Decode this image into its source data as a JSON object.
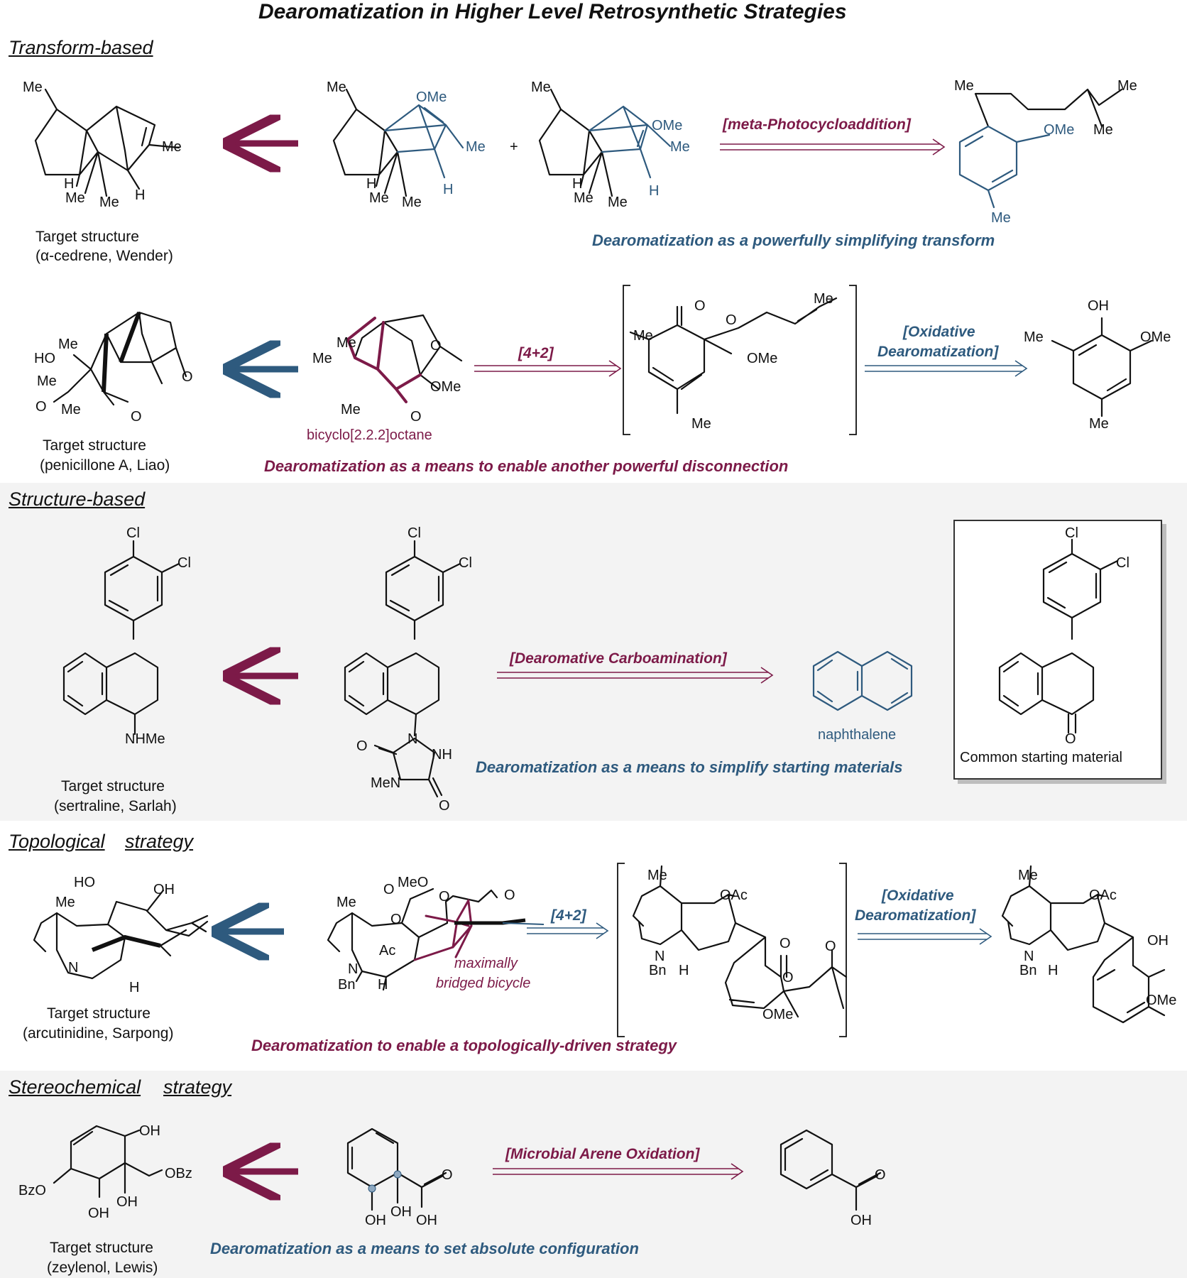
{
  "title": "Dearomatization in Higher Level Retrosynthetic Strategies",
  "sections": {
    "transform": "Transform-based",
    "structure": "Structure-based",
    "topological_a": "Topological",
    "topological_b": "strategy",
    "stereo_a": "Stereochemical",
    "stereo_b": "strategy"
  },
  "row1": {
    "caption_line1": "Target structure",
    "caption_line2": "(α-cedrene, Wender)",
    "plus": "+",
    "reaction": "[meta-Photocycloaddition]",
    "note": "Dearomatization as a powerfully simplifying transform"
  },
  "row2": {
    "caption_line1": "Target structure",
    "caption_line2": "(penicillone A, Liao)",
    "bicyclo": "bicyclo[2.2.2]octane",
    "reaction1": "[4+2]",
    "reaction2_line1": "[Oxidative",
    "reaction2_line2": "Dearomatization]",
    "note": "Dearomatization as a means to enable another powerful disconnection"
  },
  "row3": {
    "caption_line1": "Target structure",
    "caption_line2": "(sertraline, Sarlah)",
    "reaction": "[Dearomative Carboamination]",
    "naphthalene": "naphthalene",
    "note": "Dearomatization as a means to simplify starting materials",
    "common": "Common starting material"
  },
  "row4": {
    "caption_line1": "Target structure",
    "caption_line2": "(arcutinidine, Sarpong)",
    "bicycle_line1": "maximally",
    "bicycle_line2": "bridged bicycle",
    "reaction1": "[4+2]",
    "reaction2_line1": "[Oxidative",
    "reaction2_line2": "Dearomatization]",
    "note": "Dearomatization to enable a topologically-driven strategy"
  },
  "row5": {
    "caption_line1": "Target structure",
    "caption_line2": "(zeylenol, Lewis)",
    "reaction": "[Microbial Arene Oxidation]",
    "note": "Dearomatization as a means to set absolute configuration"
  },
  "atoms": {
    "Me": "Me",
    "H": "H",
    "OMe": "OMe",
    "OH": "OH",
    "O": "O",
    "HO": "HO",
    "Cl": "Cl",
    "NHMe": "NHMe",
    "N": "N",
    "NH": "NH",
    "MeN": "MeN",
    "MeO": "MeO",
    "Ac": "Ac",
    "Bn": "Bn",
    "OAc": "OAc",
    "OBz": "OBz",
    "BzO": "BzO"
  },
  "colors": {
    "red": "#7c1a48",
    "blue": "#2e5a7e",
    "bg": "#f3f3f3"
  }
}
